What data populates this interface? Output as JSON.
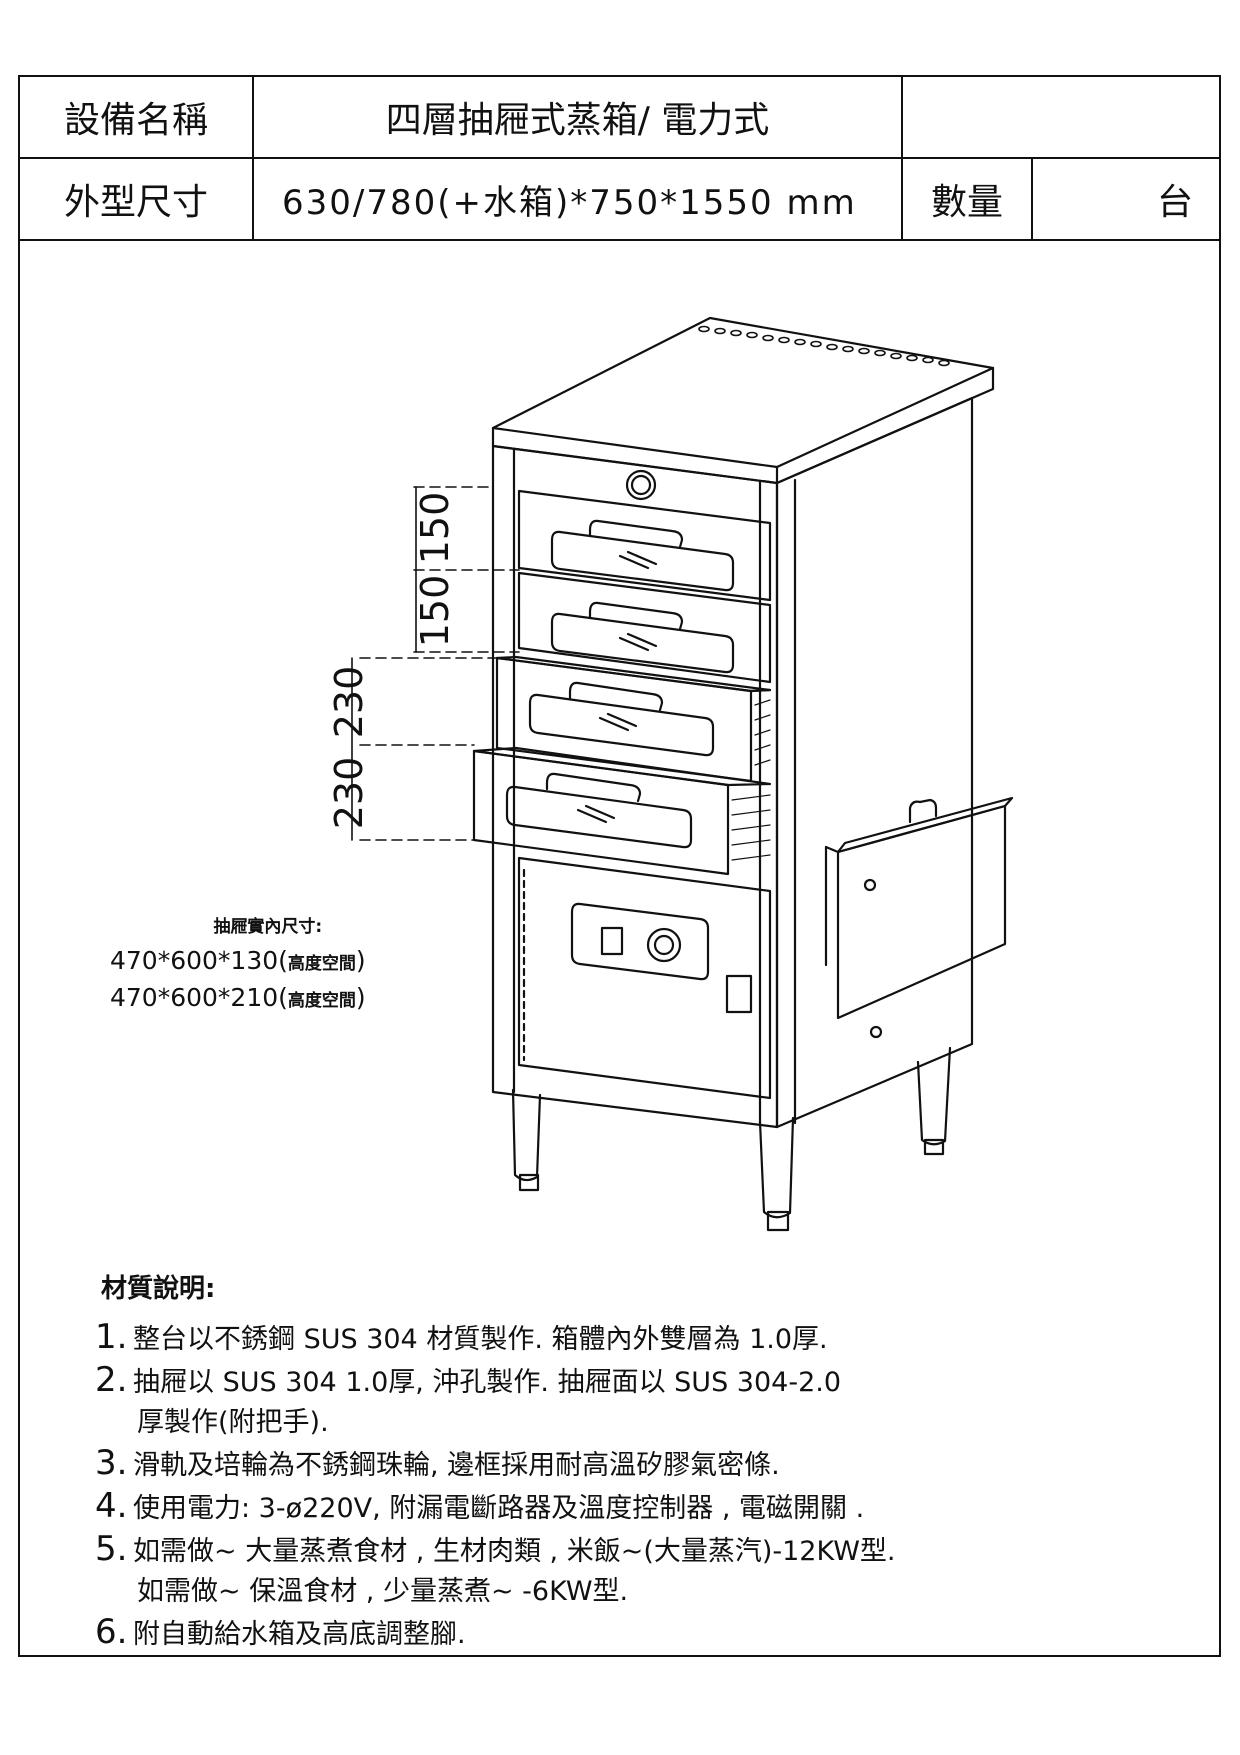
{
  "header": {
    "name_label": "設備名稱",
    "name_value": "四層抽屜式蒸箱/ 電力式",
    "size_label": "外型尺寸",
    "size_value": "630/780(+水箱)*750*1550 mm",
    "qty_label": "數量",
    "unit": "台"
  },
  "drawing": {
    "dims": [
      "150",
      "150",
      "230",
      "230"
    ],
    "inner_title": "抽屜實內尺寸:",
    "inner_rows": [
      {
        "size": "470*600*130",
        "note": "高度空間"
      },
      {
        "size": "470*600*210",
        "note": "高度空間"
      }
    ]
  },
  "notes": {
    "title": "材質說明:",
    "items": [
      {
        "num": "1.",
        "text": "整台以不銹鋼 SUS 304 材質製作. 箱體內外雙層為 1.0厚."
      },
      {
        "num": "2.",
        "text": "抽屜以 SUS 304 1.0厚, 沖孔製作. 抽屜面以 SUS 304-2.0",
        "cont": "厚製作(附把手)."
      },
      {
        "num": "3.",
        "text": "滑軌及培輪為不銹鋼珠輪, 邊框採用耐高溫矽膠氣密條."
      },
      {
        "num": "4.",
        "text": "使用電力: 3-ø220V, 附漏電斷路器及溫度控制器 , 電磁開關 ."
      },
      {
        "num": "5.",
        "text": "如需做~ 大量蒸煮食材 , 生材肉類 , 米飯~(大量蒸汽)-12KW型.",
        "cont": "如需做~ 保溫食材 , 少量蒸煮~ -6KW型."
      },
      {
        "num": "6.",
        "text": "附自動給水箱及高底調整腳."
      }
    ]
  }
}
